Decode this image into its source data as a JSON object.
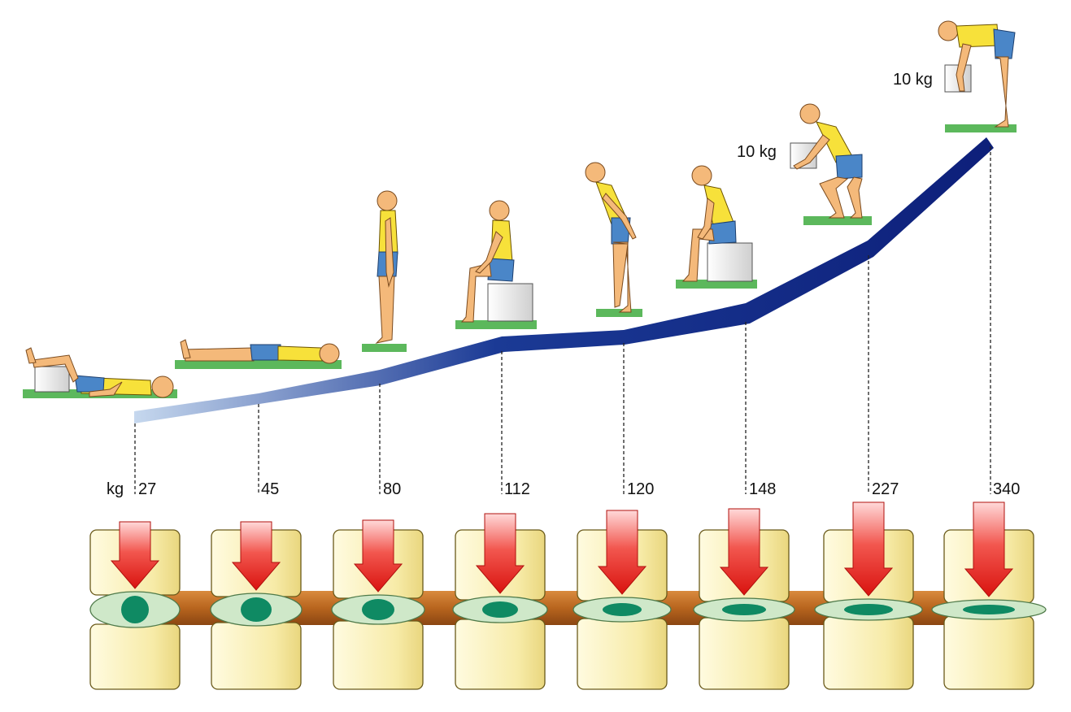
{
  "unit_label": "kg",
  "load_labels": [
    "27",
    "45",
    "80",
    "112",
    "120",
    "148",
    "227",
    "340"
  ],
  "postures": [
    "lying-supine-legs-raised",
    "lying-supine",
    "standing",
    "sitting-upright",
    "standing-bent-forward",
    "sitting-bent-forward",
    "squat-lifting",
    "bent-over-lifting"
  ],
  "weights": {
    "squat": "10 kg",
    "bent": "10 kg"
  },
  "colors": {
    "curve_start": "#c6d8ee",
    "curve_end": "#0d1f7a",
    "floor": "#5cb85c",
    "skin": "#f4b97a",
    "shirt": "#f7e13a",
    "shorts": "#4a86c8",
    "box": "#e3e3e3",
    "vertebra": "#f7eba8",
    "disc": "#cfe8c9",
    "nucleus": "#0f8a63",
    "ligament": "#b8651e",
    "arrow": "#e8201e"
  }
}
